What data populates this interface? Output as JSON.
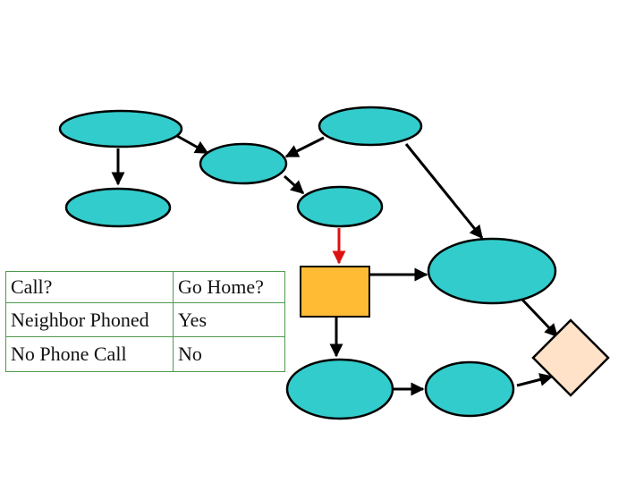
{
  "colors": {
    "chance_node": "#33cccc",
    "decision_node": "#ffbb33",
    "utility_node": "#ffe2c8",
    "edge": "#000000",
    "highlight_edge": "#dd1111",
    "table_border": "#4f9a4f"
  },
  "policy_table": {
    "header": [
      "Call?",
      "Go Home?"
    ],
    "rows": [
      [
        "Neighbor Phoned",
        "Yes"
      ],
      [
        "No Phone Call",
        "No"
      ]
    ]
  }
}
